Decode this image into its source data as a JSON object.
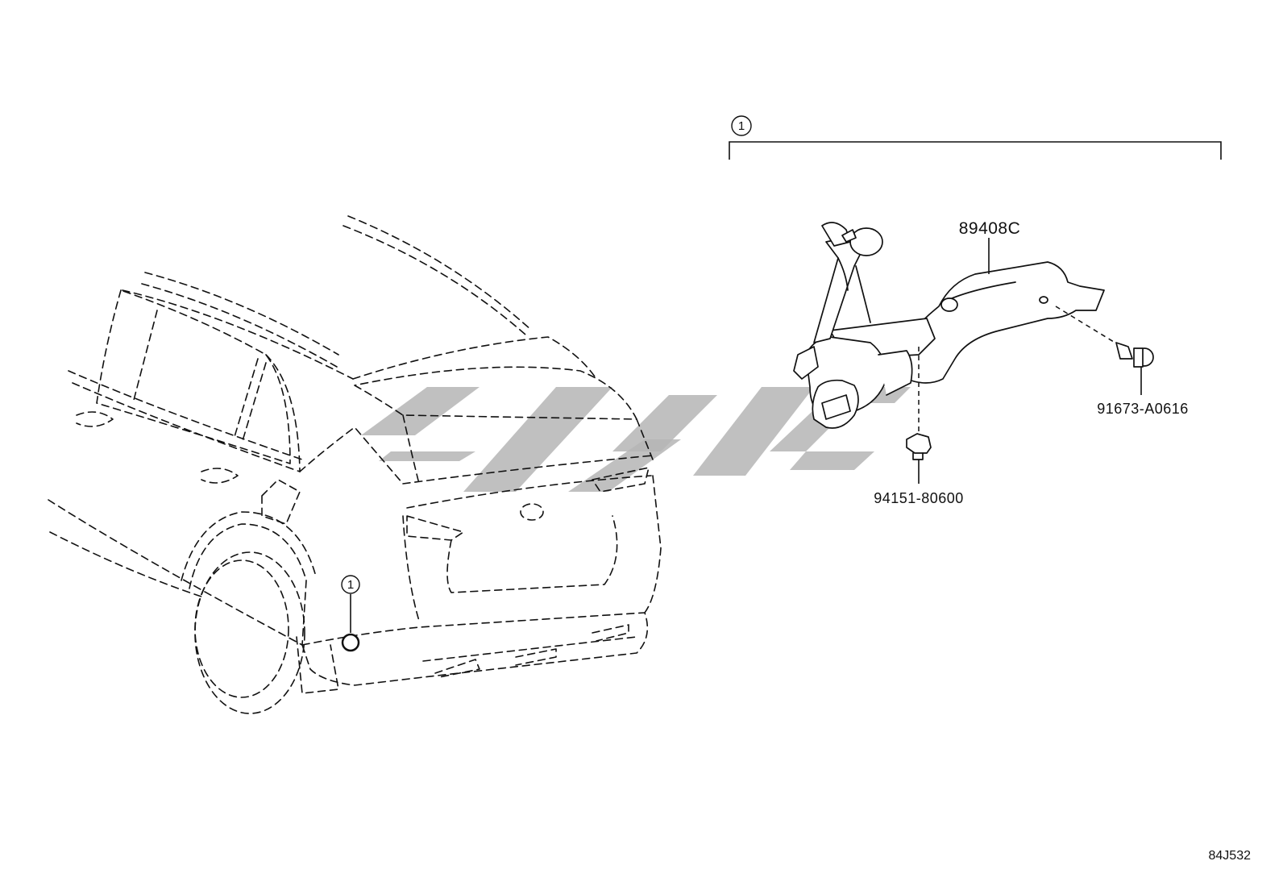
{
  "diagram": {
    "callouts": [
      {
        "id": "callout-top",
        "text": "1"
      },
      {
        "id": "callout-car",
        "text": "1"
      }
    ],
    "parts": {
      "sensor": "89408C",
      "bolt": "91673-A0616",
      "nut": "94151-80600"
    },
    "reference_code": "84J532"
  }
}
